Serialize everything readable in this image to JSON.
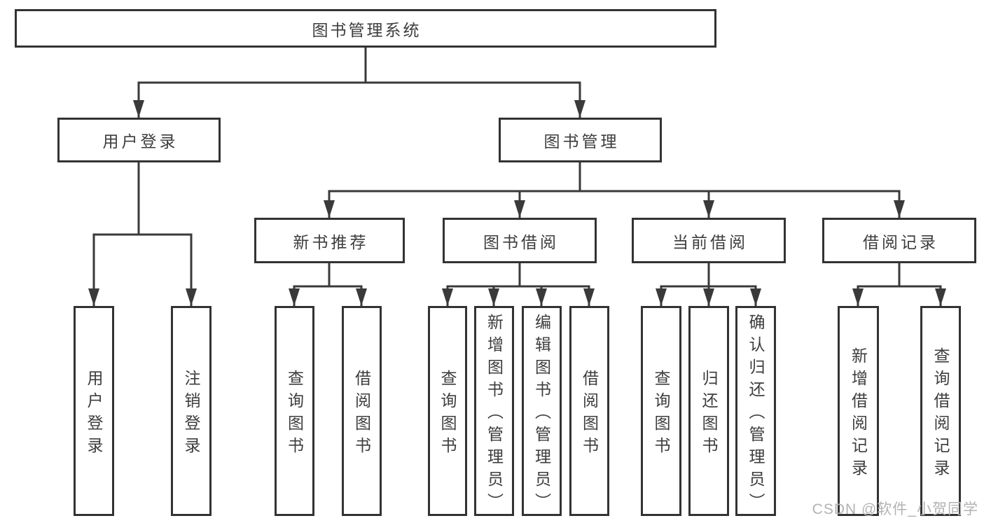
{
  "colors": {
    "line": "#3a3a3a",
    "box_border": "#333333",
    "box_fill": "#ffffff",
    "text": "#3d3d3d",
    "watermark": "#b3b3b3",
    "background": "#ffffff"
  },
  "diagram": {
    "root": {
      "label": "图书管理系统"
    },
    "level1": [
      {
        "label": "用户登录"
      },
      {
        "label": "图书管理"
      }
    ],
    "level2": [
      {
        "label": "新书推荐",
        "parent": "图书管理"
      },
      {
        "label": "图书借阅",
        "parent": "图书管理"
      },
      {
        "label": "当前借阅",
        "parent": "图书管理"
      },
      {
        "label": "借阅记录",
        "parent": "图书管理"
      }
    ],
    "level3": [
      {
        "label": "用户登录",
        "parent": "用户登录"
      },
      {
        "label": "注销登录",
        "parent": "用户登录"
      },
      {
        "label": "查询图书",
        "parent": "新书推荐"
      },
      {
        "label": "借阅图书",
        "parent": "新书推荐"
      },
      {
        "label": "查询图书",
        "parent": "图书借阅"
      },
      {
        "label": "新增图书（管理员）",
        "parent": "图书借阅"
      },
      {
        "label": "编辑图书（管理员）",
        "parent": "图书借阅"
      },
      {
        "label": "借阅图书",
        "parent": "图书借阅"
      },
      {
        "label": "查询图书",
        "parent": "当前借阅"
      },
      {
        "label": "归还图书",
        "parent": "当前借阅"
      },
      {
        "label": "确认归还（管理员）",
        "parent": "当前借阅"
      },
      {
        "label": "新增借阅记录",
        "parent": "借阅记录"
      },
      {
        "label": "查询借阅记录",
        "parent": "借阅记录"
      }
    ]
  },
  "watermark": {
    "text": "CSDN @软件_小贺同学"
  }
}
